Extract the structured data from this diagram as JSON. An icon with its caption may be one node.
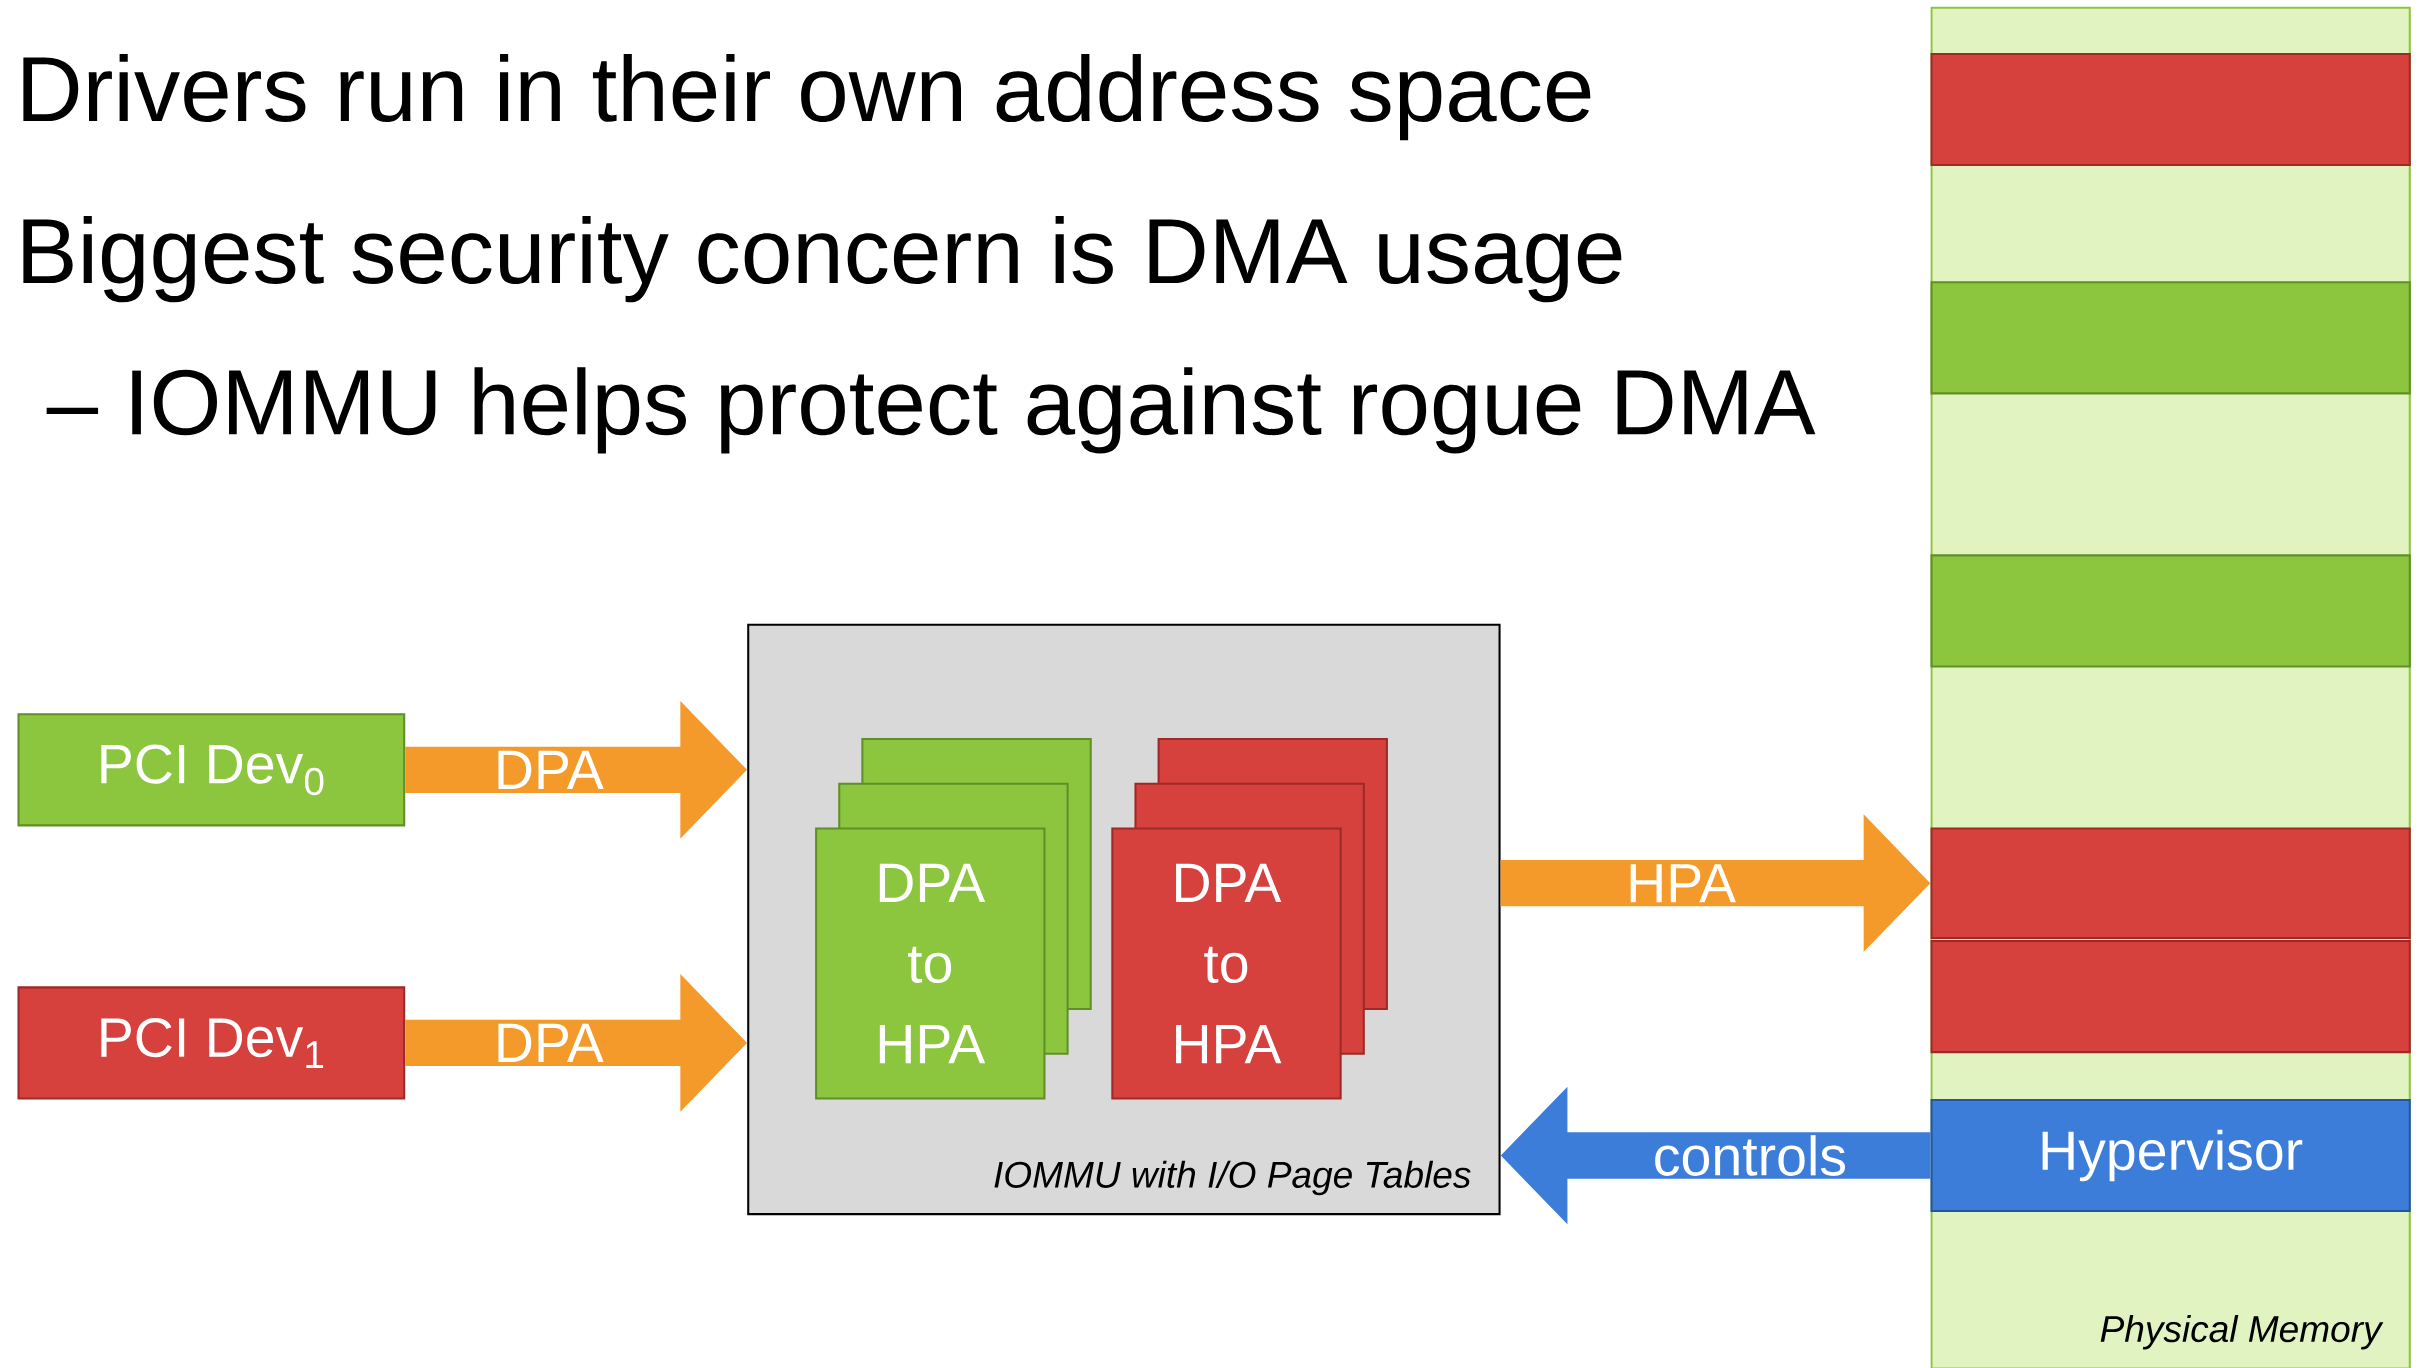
{
  "diagram": {
    "nodes": [
      {
        "text": [
          "PCI Dev$_{0}$"
        ]
      },
      {
        "text": [
          "PCI Dev$_{1}$"
        ]
      },
      {
        "text": [
          "IOMMU with I/O Page Tables"
        ]
      },
      {
        "text": [
          "DPA to HPA"
        ],
        "in": 2
      },
      {
        "text": [
          "DPA to HPA"
        ],
        "in": 2
      },
      {
        "text": [
          "Physical Memory"
        ]
      },
      {
        "text": [],
        "shape": "bar",
        "in": 5
      },
      {
        "text": [],
        "shape": "bar",
        "in": 5
      },
      {
        "text": [],
        "shape": "bar",
        "in": 5
      },
      {
        "text": [],
        "shape": "bar",
        "in": 5
      },
      {
        "text": [],
        "shape": "bar",
        "in": 5
      },
      {
        "text": [
          "Hypervisor"
        ],
        "in": 5
      }
    ],
    "edges": [
      {
        "from": 0,
        "to": 2,
        "arrow": "to",
        "label": "DPA"
      },
      {
        "from": 1,
        "to": 2,
        "arrow": "to",
        "label": "DPA"
      },
      {
        "from": 2,
        "to": 9,
        "arrow": "to",
        "label": "HPA"
      },
      {
        "from": 11,
        "to": 2,
        "arrow": "to",
        "label": "controls",
        "color": "#3b7dd8"
      }
    ],
    "labels": [
      "Drivers run in their own address space",
      "Biggest security concern is DMA usage",
      "– IOMMU helps protect against rogue DMA"
    ]
  }
}
